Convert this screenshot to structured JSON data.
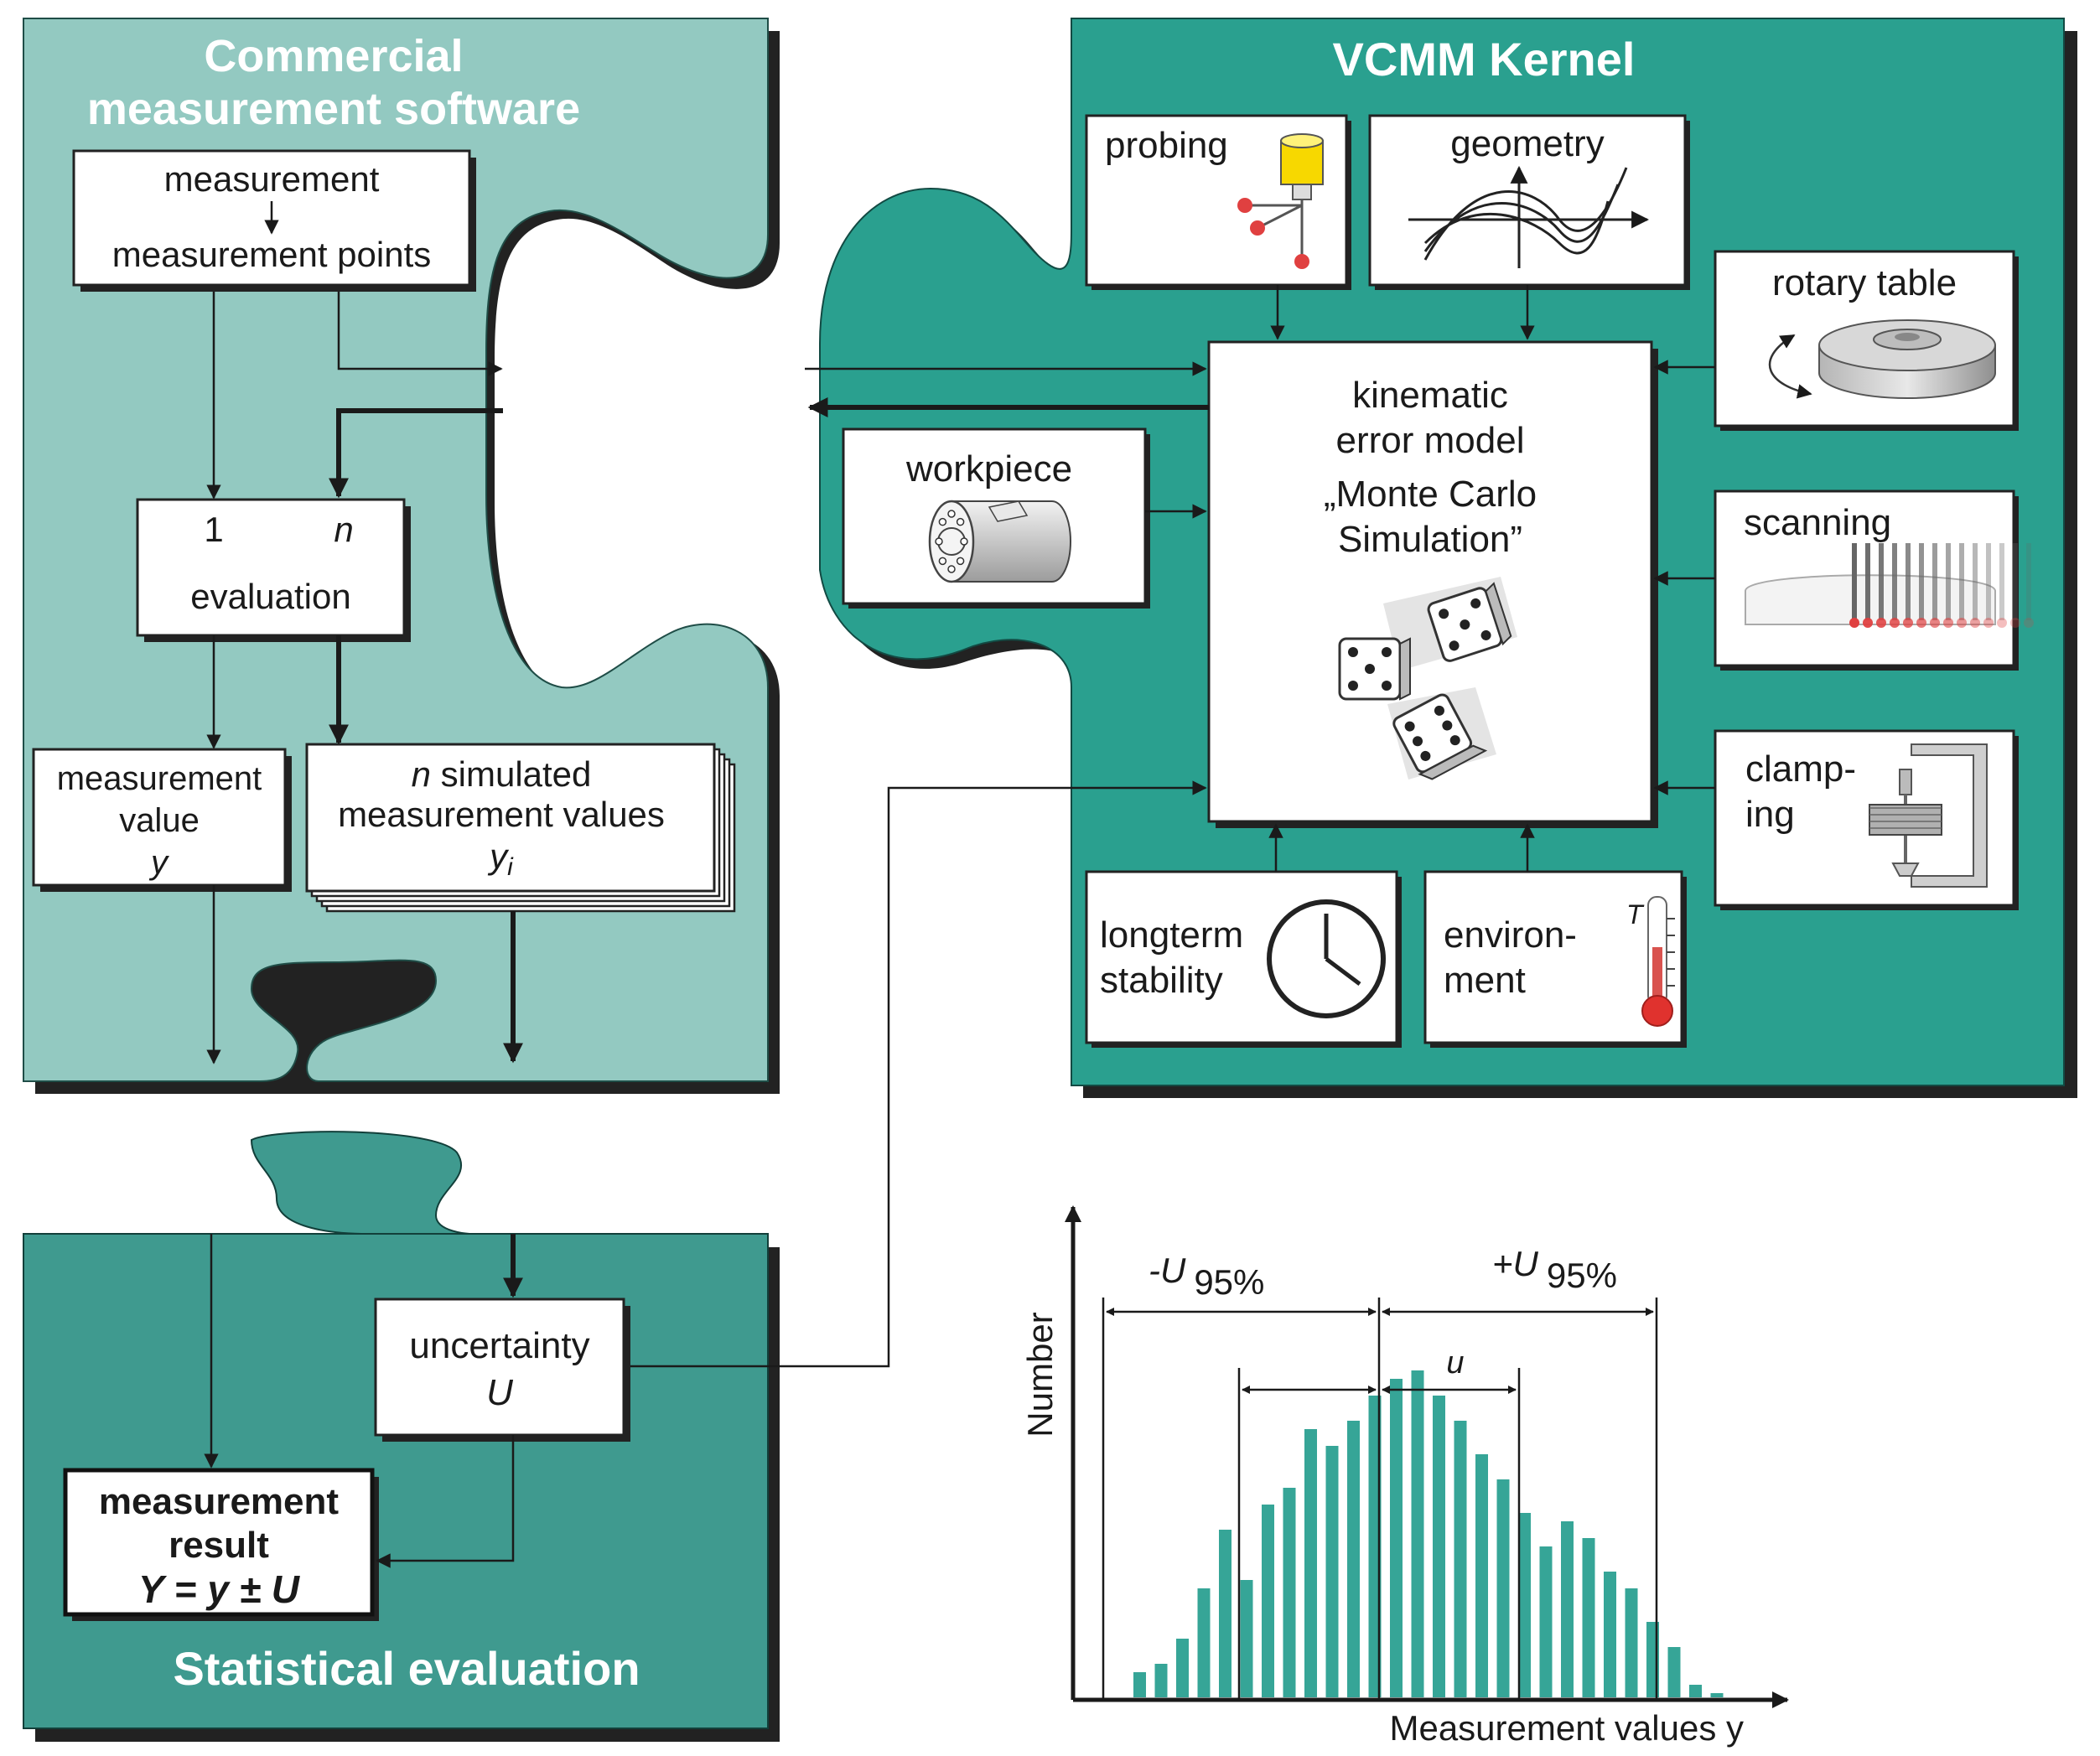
{
  "pieces": {
    "software_title_line1": "Commercial",
    "software_title_line2": "measurement software",
    "kernel_title": "VCMM Kernel",
    "stat_title": "Statistical evaluation"
  },
  "software": {
    "meas_top": "measurement",
    "meas_bottom": "measurement points",
    "eval_one": "1",
    "eval_n": "n",
    "eval_label": "evaluation",
    "value_line1": "measurement",
    "value_line2": "value",
    "value_line3": "y",
    "sim_line1_n": "n",
    "sim_line1_rest": " simulated",
    "sim_line2": "measurement values",
    "sim_line3": "y",
    "sim_line3_sub": "i"
  },
  "kernel": {
    "probing": "probing",
    "geometry": "geometry",
    "rotary_table": "rotary table",
    "scanning": "scanning",
    "clamping_line1": "clamp-",
    "clamping_line2": "ing",
    "workpiece": "workpiece",
    "longterm_line1": "longterm",
    "longterm_line2": "stability",
    "environment_line1": "environ-",
    "environment_line2": "ment",
    "thermo_label": "T",
    "model_line1": "kinematic",
    "model_line2": "error model",
    "model_line3": "„Monte Carlo",
    "model_line4": "Simulation”"
  },
  "stat": {
    "uncertainty_line1": "uncertainty",
    "uncertainty_line2": "U",
    "result_line1": "measurement",
    "result_line2": "result",
    "result_line3": "Y = y ± U"
  },
  "chart_data": {
    "type": "bar",
    "xlabel": "Measurement values y",
    "ylabel": "Number",
    "values": [
      6,
      8,
      14,
      26,
      40,
      28,
      46,
      50,
      64,
      60,
      66,
      72,
      76,
      78,
      72,
      66,
      58,
      52,
      44,
      36,
      42,
      38,
      30,
      26,
      18,
      12,
      3,
      1
    ],
    "annotations": {
      "minus_U": "-U",
      "minus_U_pct": "95%",
      "plus_U": "+U",
      "plus_U_pct": "95%",
      "u": "u"
    }
  },
  "colors": {
    "light_teal": "#93c9c1",
    "mid_teal": "#2aa08f",
    "dark_teal": "#3f9a8f",
    "bar_teal": "#36a597",
    "line": "#1a1a1a"
  }
}
